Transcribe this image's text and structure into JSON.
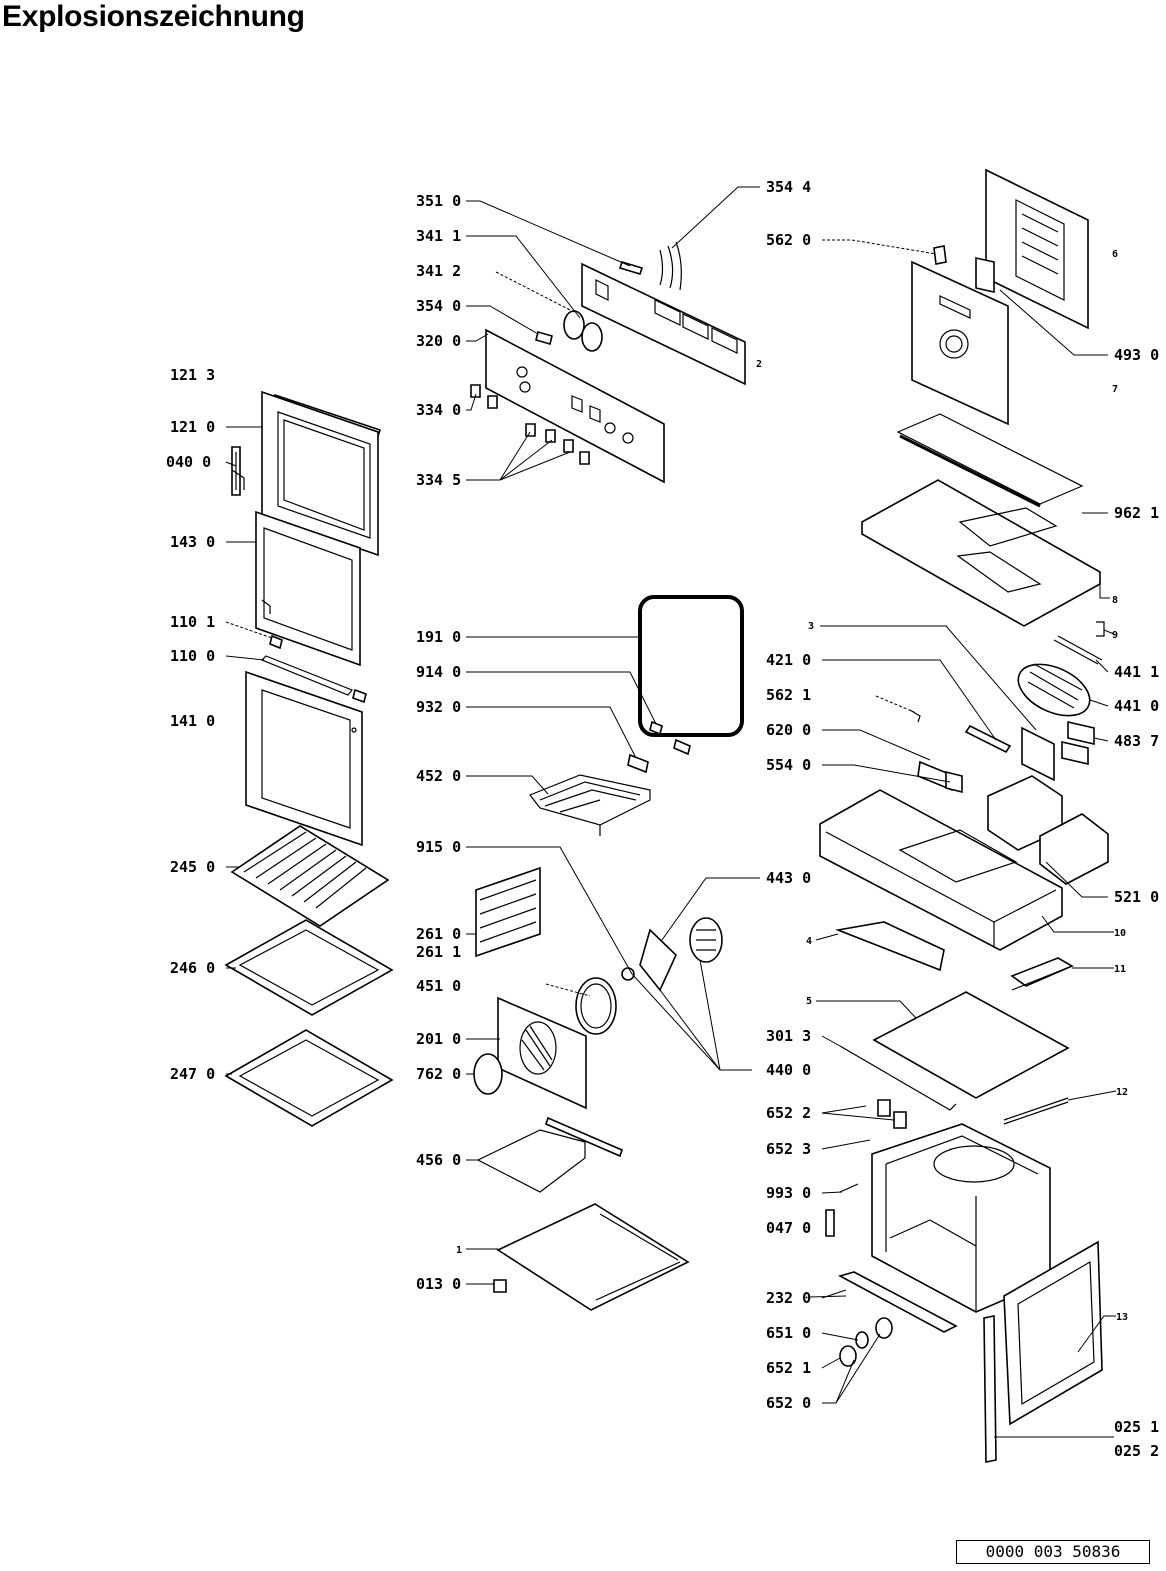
{
  "title": "Explosionszeichnung",
  "document_code": "0000 003 50836",
  "part_labels": [
    "351 0",
    "341 1",
    "341 2",
    "354 0",
    "320 0",
    "334 0",
    "334 5",
    "354 4",
    "562 0",
    "493 0",
    "121 3",
    "121 0",
    "040 0",
    "143 0",
    "110 1",
    "110 0",
    "141 0",
    "245 0",
    "246 0",
    "247 0",
    "191 0",
    "914 0",
    "932 0",
    "452 0",
    "915 0",
    "261 0",
    "261 1",
    "451 0",
    "201 0",
    "762 0",
    "456 0",
    "013 0",
    "443 0",
    "440 0",
    "962 1",
    "441 1",
    "441 0",
    "483 7",
    "421 0",
    "562 1",
    "620 0",
    "554 0",
    "521 0",
    "301 3",
    "652 2",
    "652 3",
    "993 0",
    "047 0",
    "232 0",
    "651 0",
    "652 1",
    "652 0",
    "025 1",
    "025 2"
  ],
  "position_numbers": [
    "1",
    "2",
    "3",
    "4",
    "5",
    "6",
    "7",
    "8",
    "9",
    "10",
    "11",
    "12",
    "13"
  ]
}
